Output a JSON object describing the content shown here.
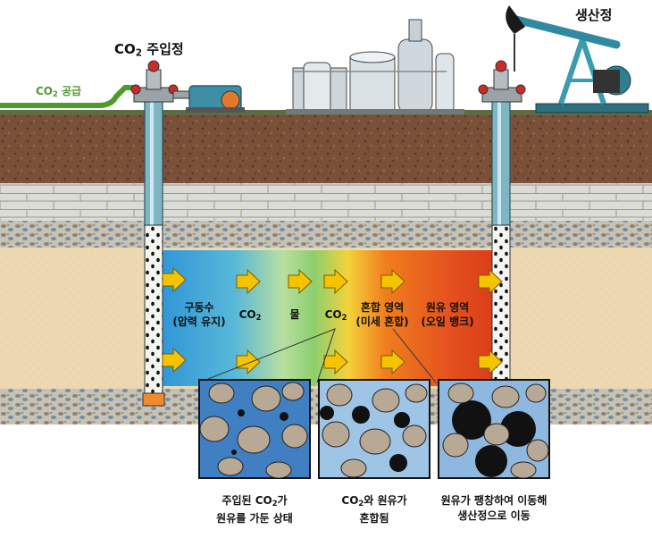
{
  "labels": {
    "injection_well_pre": "CO",
    "injection_well_sub": "2",
    "injection_well_post": " 주입정",
    "production_well": "생산정",
    "supply_pre": "CO",
    "supply_sub": "2",
    "supply_post": " 공급"
  },
  "zones": [
    {
      "line1": "구동수",
      "line2": "(압력 유지)"
    },
    {
      "line1_pre": "CO",
      "line1_sub": "2"
    },
    {
      "line1": "물"
    },
    {
      "line1_pre": "CO",
      "line1_sub": "2"
    },
    {
      "line1": "혼합 영역",
      "line2": "(미세 혼합)"
    },
    {
      "line1": "원유 영역",
      "line2": "(오일 뱅크)"
    }
  ],
  "captions": [
    {
      "line1_pre": "주입된 CO",
      "line1_sub": "2",
      "line1_post": "가",
      "line2": "원유를 가둔 상태"
    },
    {
      "line1_pre": "CO",
      "line1_sub": "2",
      "line1_post": "와 원유가",
      "line2": "혼합됨"
    },
    {
      "line1": "원유가 팽창하여 이동해",
      "line2": "생산정으로 이동"
    }
  ],
  "colors": {
    "soil": "#7a5038",
    "brick": "#d9d9d2",
    "gravel": "#bdb6a8",
    "sand": "#ecd9b2",
    "pipe_green": "#4f9a2e",
    "well_casing": "#7fb6c4",
    "pump_jack": "#3d9bb0",
    "arrow_yellow": "#f5c400",
    "water_blue": "#2f95d6",
    "co2_green": "#8ccf6e",
    "mix_orange": "#f07d1e",
    "oil_red": "#e04020",
    "rock": "#b7a995",
    "oil_black": "#111111"
  },
  "icons": [
    "pipe-valve-icon",
    "pump-icon",
    "storage-tank-icon",
    "pump-jack-icon",
    "flow-arrow-icon"
  ]
}
